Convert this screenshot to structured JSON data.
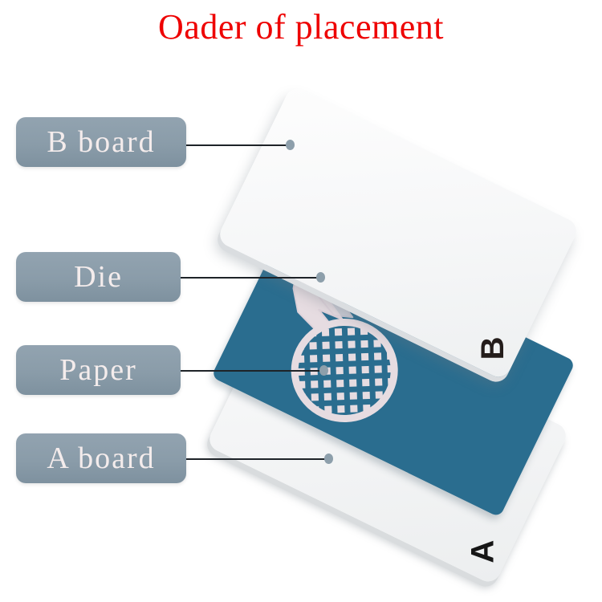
{
  "title": "Oader of placement",
  "title_color": "#ee0000",
  "background_color": "#ffffff",
  "callouts": [
    {
      "id": "b-board",
      "label": "B board",
      "target": "upper white plate"
    },
    {
      "id": "die",
      "label": "Die",
      "target": "pineapple embossing die"
    },
    {
      "id": "paper",
      "label": "Paper",
      "target": "blue sheet"
    },
    {
      "id": "a-board",
      "label": "A board",
      "target": "lower white plate"
    }
  ],
  "callout_style": {
    "background_color": "#8a9ca9",
    "text_color": "#f4ecec",
    "leader_color": "#1e2328",
    "dot_color": "#8d9fab"
  },
  "stack": {
    "layers": [
      {
        "id": "board-b",
        "name": "B board",
        "letter": "B",
        "color": "#f6f7f8"
      },
      {
        "id": "die",
        "name": "Die",
        "letter": "",
        "color": "#e3d8de"
      },
      {
        "id": "paper",
        "name": "Paper",
        "letter": "",
        "color": "#2a6d8f"
      },
      {
        "id": "board-a",
        "name": "A board",
        "letter": "A",
        "color": "#f4f5f6"
      }
    ]
  },
  "icons": {
    "die_motif": "pineapple-icon"
  }
}
